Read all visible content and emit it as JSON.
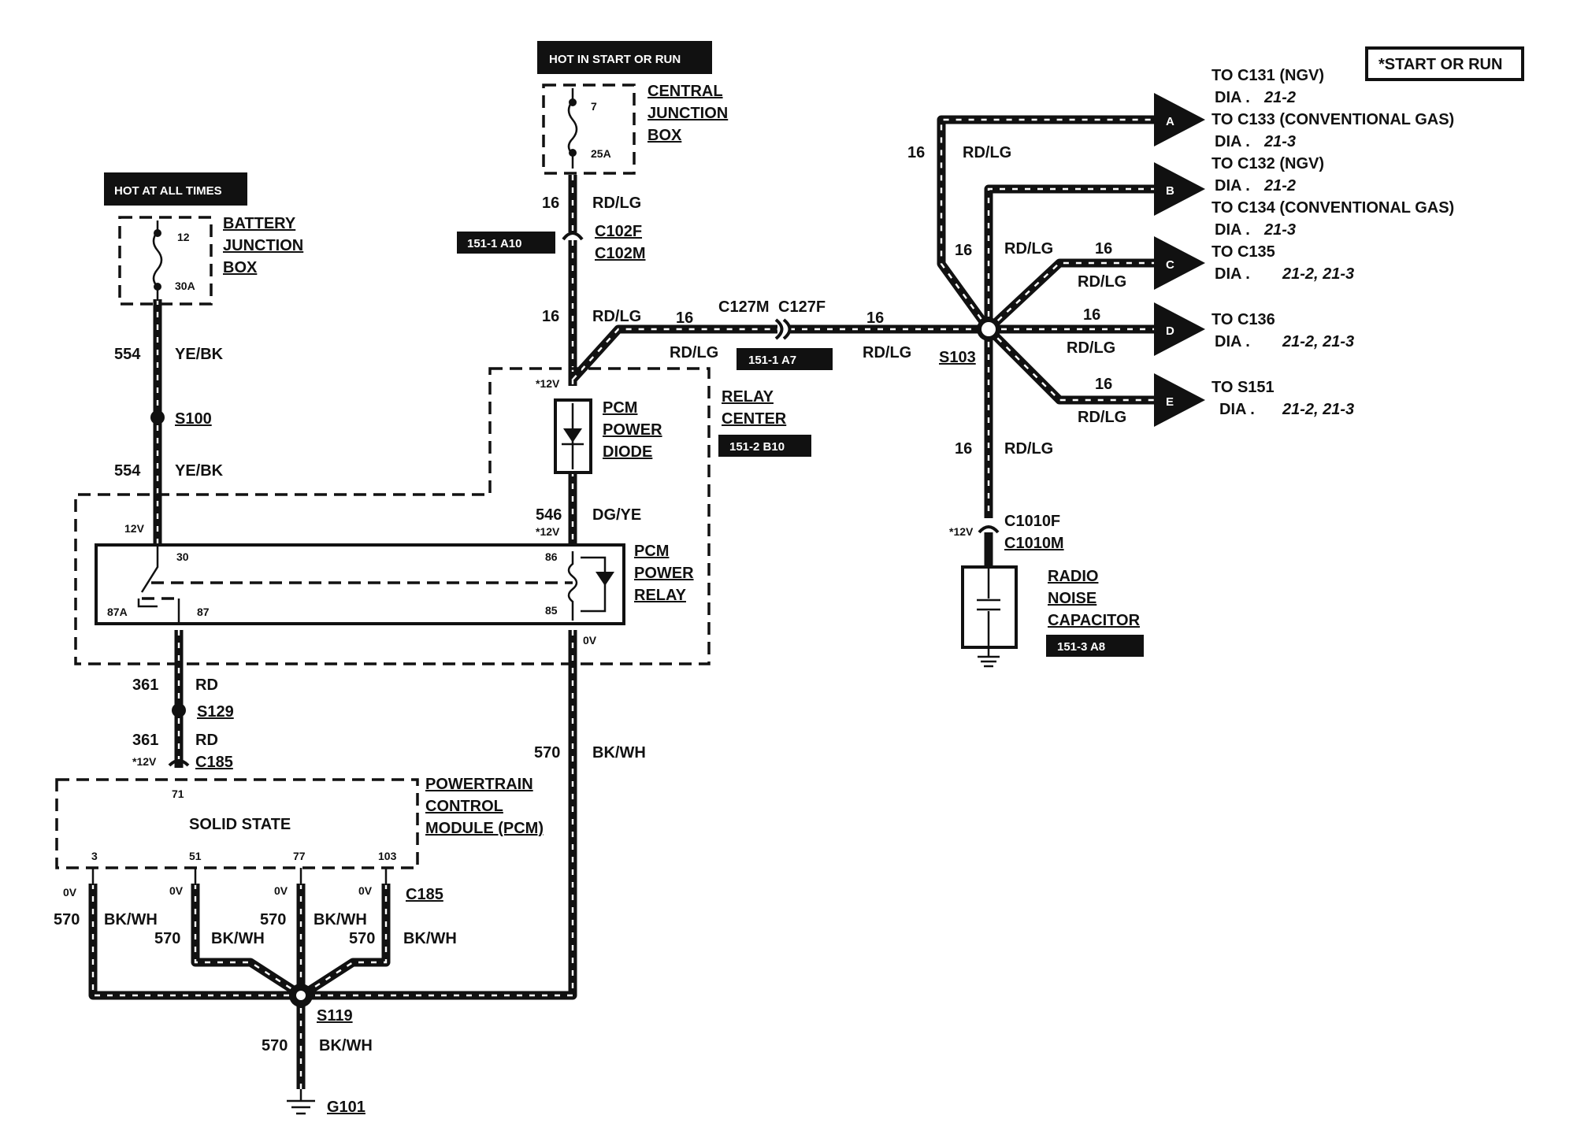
{
  "headers": {
    "hot_in_start_or_run": "HOT IN START OR RUN",
    "hot_at_all_times": "HOT AT ALL TIMES",
    "start_or_run": "*START OR RUN"
  },
  "central_junction": {
    "fuse_num": "7",
    "fuse_amp": "25A",
    "l1": "CENTRAL",
    "l2": "JUNCTION",
    "l3": "BOX"
  },
  "battery_junction": {
    "fuse_num": "12",
    "fuse_amp": "30A",
    "l1": "BATTERY",
    "l2": "JUNCTION",
    "l3": "BOX"
  },
  "wires": {
    "w16": "16",
    "rdlg": "RD/LG",
    "w554": "554",
    "yebk": "YE/BK",
    "w546": "546",
    "dgye": "DG/YE",
    "w361": "361",
    "rd": "RD",
    "w570": "570",
    "bkwh": "BK/WH"
  },
  "connectors": {
    "c102f": "C102F",
    "c102m": "C102M",
    "c127m": "C127M",
    "c127f": "C127F",
    "c185": "C185",
    "c1010f": "C1010F",
    "c1010m": "C1010M",
    "s100": "S100",
    "s103": "S103",
    "s129": "S129",
    "s119": "S119",
    "g101": "G101"
  },
  "refs": {
    "r_a10": "151-1 A10",
    "r_a7": "151-1 A7",
    "r_b10": "151-2 B10",
    "r_a8": "151-3 A8"
  },
  "voltages": {
    "v12": "12V",
    "v12s": "*12V",
    "v0": "0V"
  },
  "pins": {
    "p30": "30",
    "p87a": "87A",
    "p87": "87",
    "p86": "86",
    "p85": "85",
    "p71": "71",
    "p3": "3",
    "p51": "51",
    "p77": "77",
    "p103": "103"
  },
  "components": {
    "diode_l1": "PCM",
    "diode_l2": "POWER",
    "diode_l3": "DIODE",
    "relay_l1": "PCM",
    "relay_l2": "POWER",
    "relay_l3": "RELAY",
    "center_l1": "RELAY",
    "center_l2": "CENTER",
    "pcm_l1": "POWERTRAIN",
    "pcm_l2": "CONTROL",
    "pcm_l3": "MODULE (PCM)",
    "pcm_body": "SOLID STATE",
    "cap_l1": "RADIO",
    "cap_l2": "NOISE",
    "cap_l3": "CAPACITOR"
  },
  "destinations": {
    "a_letter": "A",
    "b_letter": "B",
    "c_letter": "C",
    "d_letter": "D",
    "e_letter": "E",
    "a1": "TO C131 (NGV)",
    "a2_dia": "DIA .",
    "a2_ref": "21-2",
    "a3": "TO C133 (CONVENTIONAL GAS)",
    "a4_dia": "DIA .",
    "a4_ref": "21-3",
    "b1": "TO C132 (NGV)",
    "b2_dia": "DIA .",
    "b2_ref": "21-2",
    "b3": "TO C134 (CONVENTIONAL GAS)",
    "b4_dia": "DIA .",
    "b4_ref": "21-3",
    "c1": "TO C135",
    "c2_dia": "DIA .",
    "c2_ref": "21-2, 21-3",
    "d1": "TO C136",
    "d2_dia": "DIA .",
    "d2_ref": "21-2, 21-3",
    "e1": "TO S151",
    "e2_dia": "DIA .",
    "e2_ref": "21-2, 21-3"
  }
}
